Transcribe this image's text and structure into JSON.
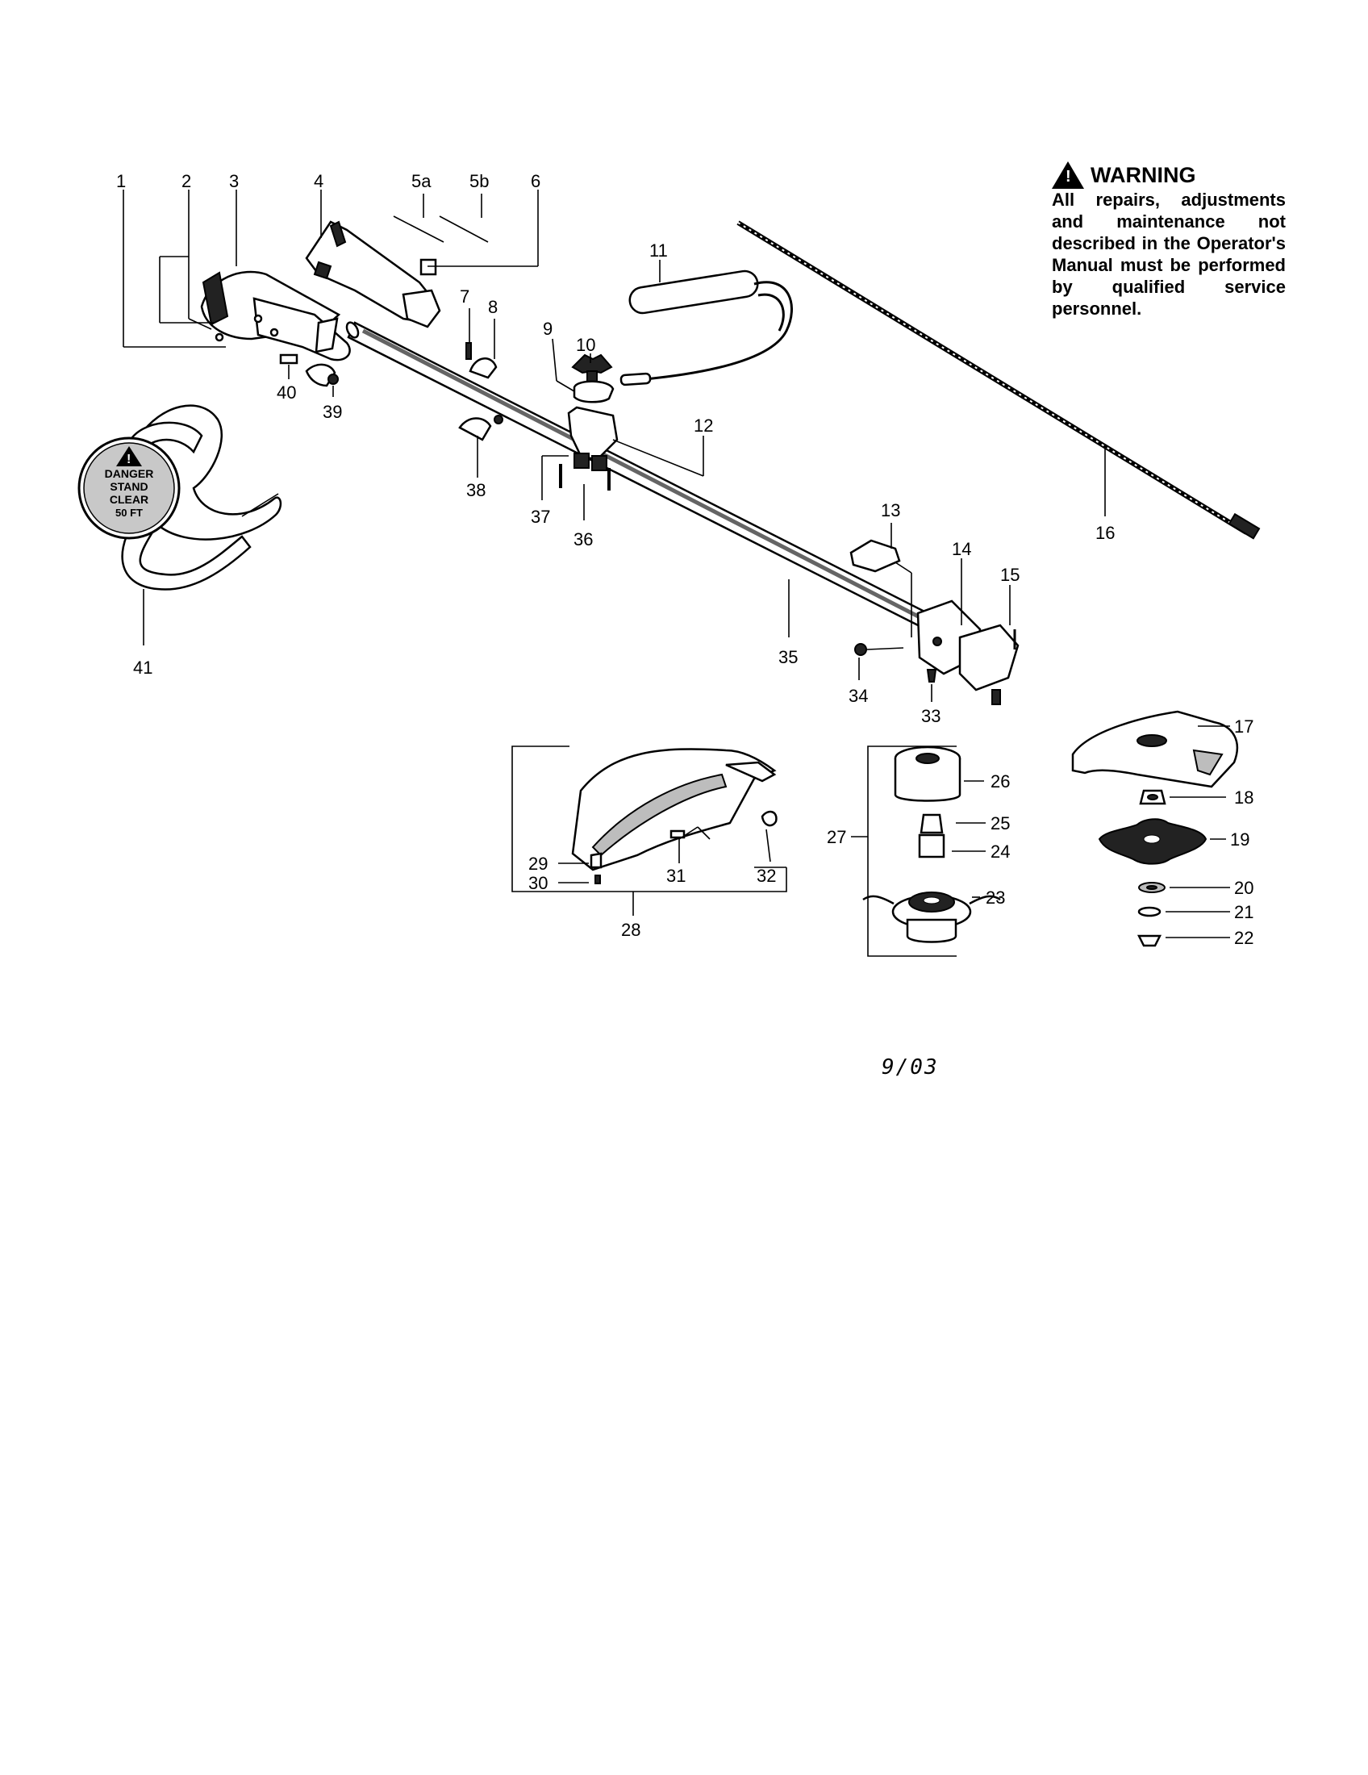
{
  "warning": {
    "heading": "WARNING",
    "body": "All repairs, adjustments and maintenance not described in the Operator's Manual must be performed by qualified service personnel."
  },
  "decal": {
    "lines": [
      "DANGER",
      "STAND",
      "CLEAR",
      "50 FT"
    ]
  },
  "date_code": "9/03",
  "callouts": {
    "p1": "1",
    "p2": "2",
    "p3": "3",
    "p4": "4",
    "p5a": "5a",
    "p5b": "5b",
    "p6": "6",
    "p7": "7",
    "p8": "8",
    "p9": "9",
    "p10": "10",
    "p11": "11",
    "p12": "12",
    "p13": "13",
    "p14": "14",
    "p15": "15",
    "p16": "16",
    "p17": "17",
    "p18": "18",
    "p19": "19",
    "p20": "20",
    "p21": "21",
    "p22": "22",
    "p23": "23",
    "p24": "24",
    "p25": "25",
    "p26": "26",
    "p27": "27",
    "p28": "28",
    "p29": "29",
    "p30": "30",
    "p31": "31",
    "p32": "32",
    "p33": "33",
    "p34": "34",
    "p35": "35",
    "p36": "36",
    "p37": "37",
    "p38": "38",
    "p39": "39",
    "p40": "40",
    "p41": "41"
  }
}
